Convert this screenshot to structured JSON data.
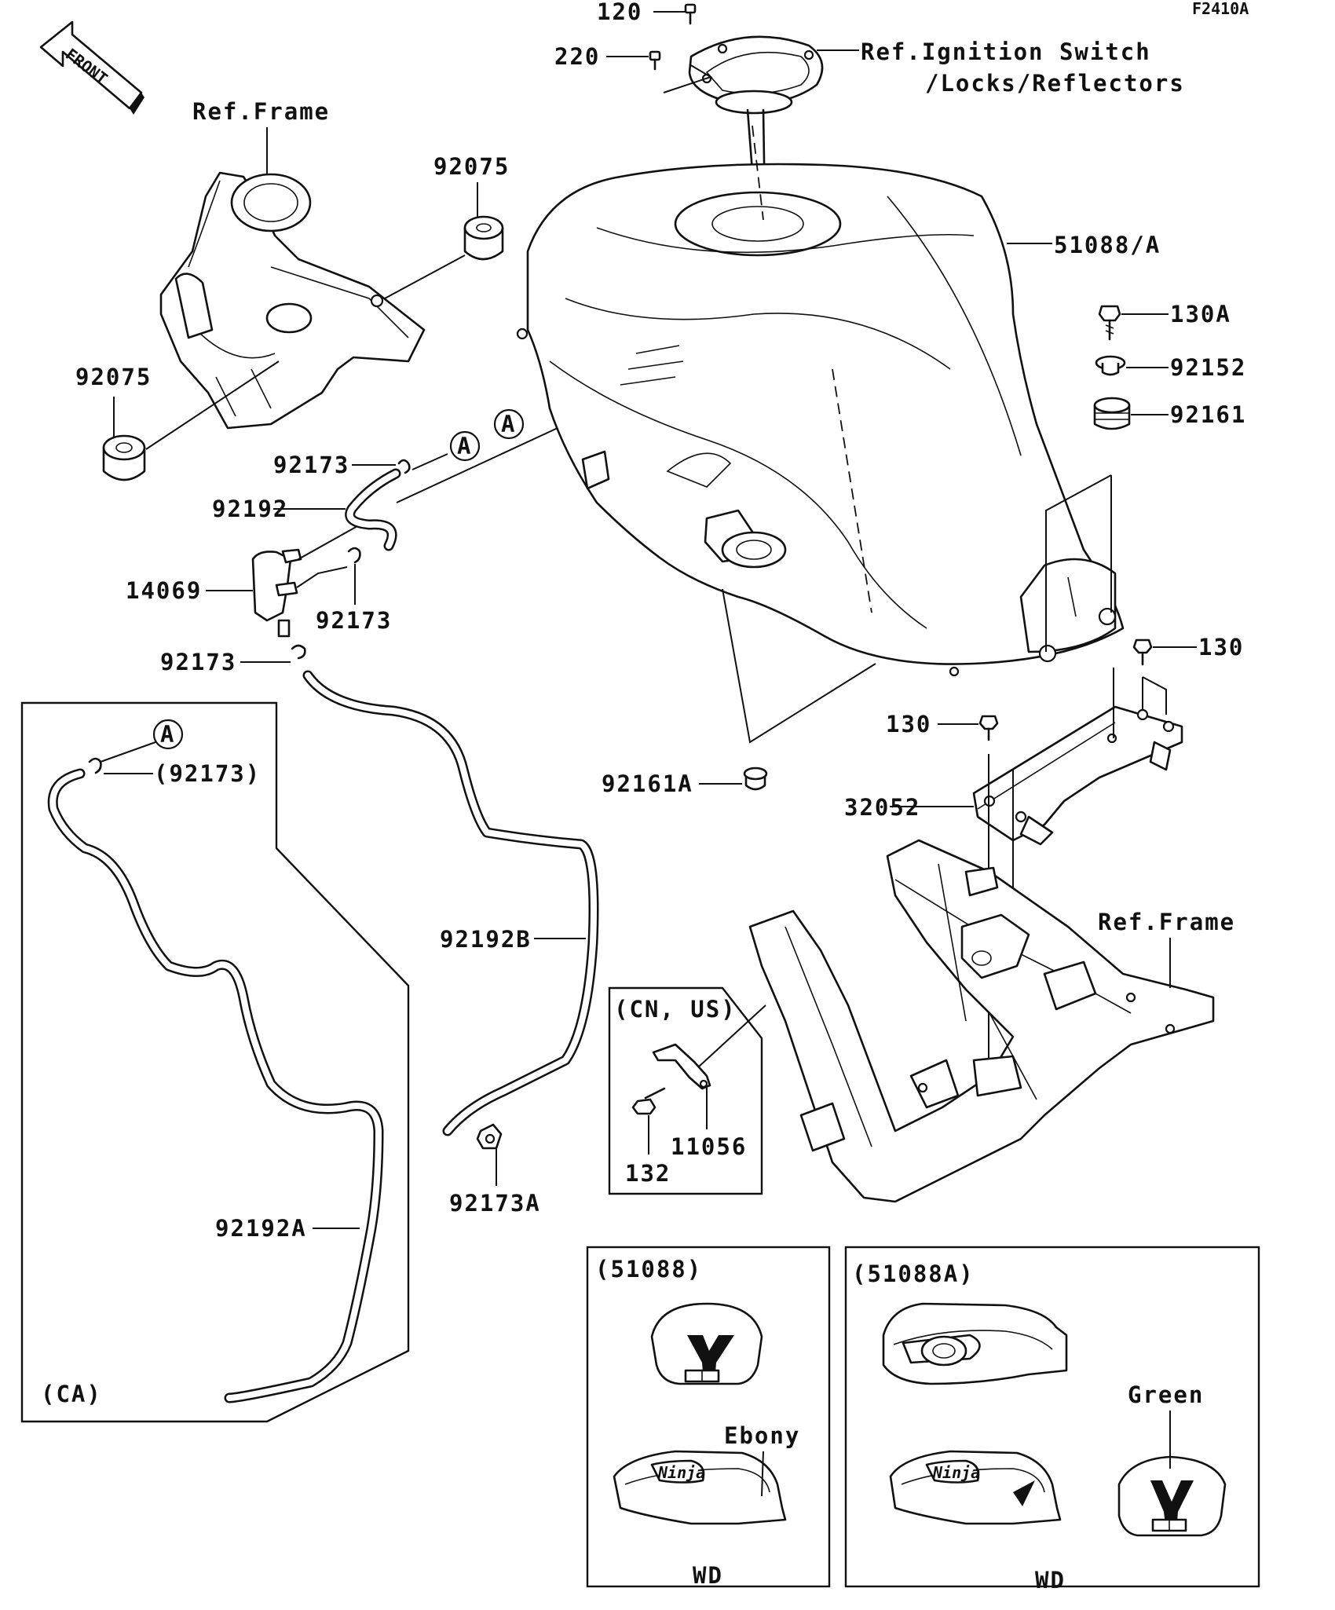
{
  "figure_code": "F2410A",
  "front_label": "FRONT",
  "callouts": {
    "p120": "120",
    "p220": "220",
    "ignition_ref_line1": "Ref.Ignition Switch",
    "ignition_ref_line2": "/Locks/Reflectors",
    "ref_frame_top": "Ref.Frame",
    "p92075_top": "92075",
    "p92075_left": "92075",
    "p51088A": "51088/A",
    "p130A": "130A",
    "p92152": "92152",
    "p92161": "92161",
    "p92173_a": "92173",
    "p92192": "92192",
    "p14069": "14069",
    "p92173_b": "92173",
    "p92173_c": "92173",
    "p130_right": "130",
    "p130_mid": "130",
    "p32052": "32052",
    "p92161A": "92161A",
    "ref_frame_right": "Ref.Frame",
    "p92192B": "92192B",
    "p92173A": "92173A",
    "p92173_ca": "(92173)",
    "p92192A": "92192A",
    "p11056": "11056",
    "p132": "132",
    "circle_a": "A"
  },
  "boxes": {
    "ca_label": "(CA)",
    "cnus_label": "(CN, US)",
    "variant_51088_label": "(51088)",
    "variant_51088A_label": "(51088A)",
    "ebony_label": "Ebony",
    "green_label": "Green",
    "wd_left": "WD",
    "wd_right": "WD",
    "badge_text": "Ninja"
  }
}
